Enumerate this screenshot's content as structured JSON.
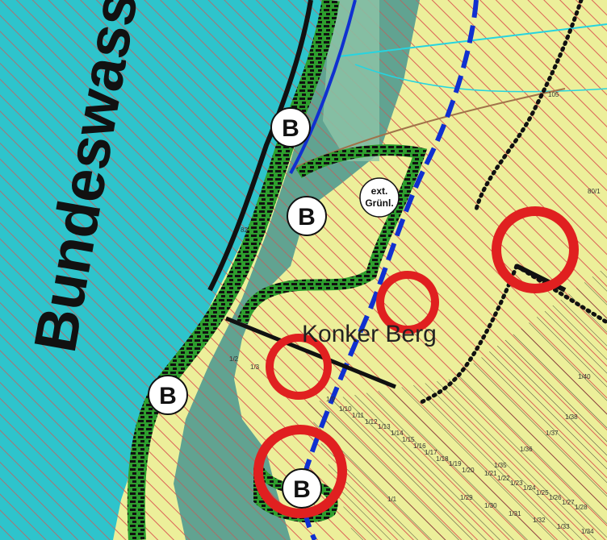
{
  "map": {
    "river_label": "Bundeswass",
    "place_label": "Konker Berg",
    "marker_letter": "B",
    "note_label_line1": "ext.",
    "note_label_line2": "Grünl.",
    "parcel_numbers": [
      "105",
      "80/1",
      "1/2",
      "1/3",
      "1/40",
      "1/9",
      "1/10",
      "1/11",
      "1/12",
      "1/13",
      "1/14",
      "1/15",
      "1/16",
      "1/17",
      "1/18",
      "1/19",
      "1/20",
      "1/21",
      "1/22",
      "1/23",
      "1/24",
      "1/25",
      "1/26",
      "1/27",
      "1/28",
      "1/29",
      "1/30",
      "1/31",
      "1/32",
      "1/33",
      "1/34",
      "1/35",
      "1/36",
      "1/37",
      "1/38",
      "82",
      "1/1"
    ],
    "colors": {
      "water": "#2ec4cc",
      "grassland": "#ecef9a",
      "hatch_red": "#d9534f",
      "hatch_black": "#222222",
      "slope_teal": "#5a9e90",
      "buffer_green": "#2e9e2e",
      "route_blue": "#1030d0",
      "circle_red": "#e02020"
    },
    "legend_icons": [
      "marker-b-icon",
      "protection-circle-icon",
      "dashed-route-icon",
      "dotted-boundary-icon",
      "hedge-band-icon"
    ]
  }
}
